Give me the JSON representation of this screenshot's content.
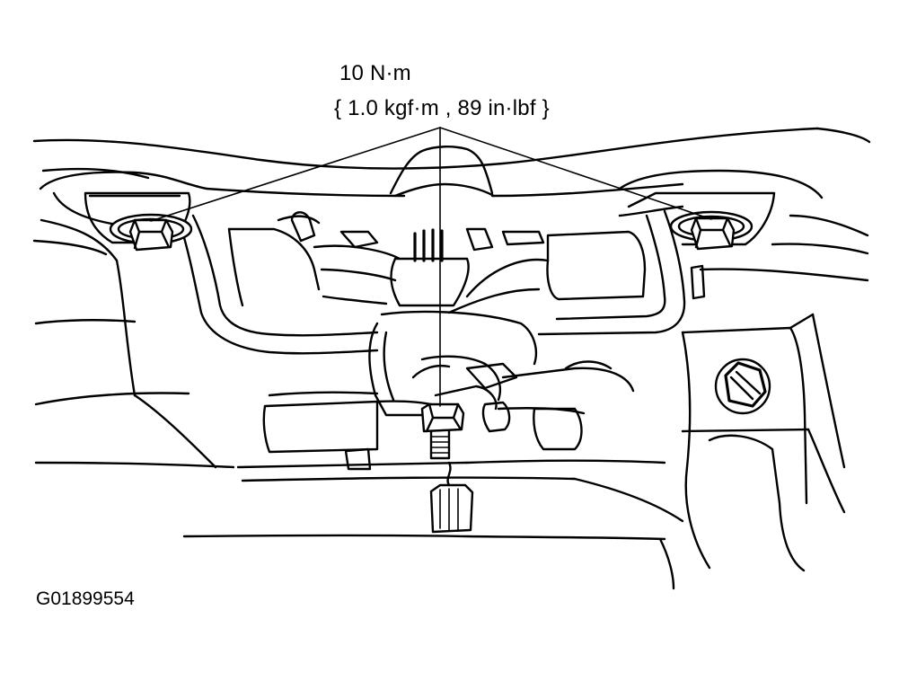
{
  "callout": {
    "torque_nm": "10 N·m",
    "torque_alt": "{ 1.0 kgf·m , 89 in·lbf }"
  },
  "figure_id": "G01899554"
}
